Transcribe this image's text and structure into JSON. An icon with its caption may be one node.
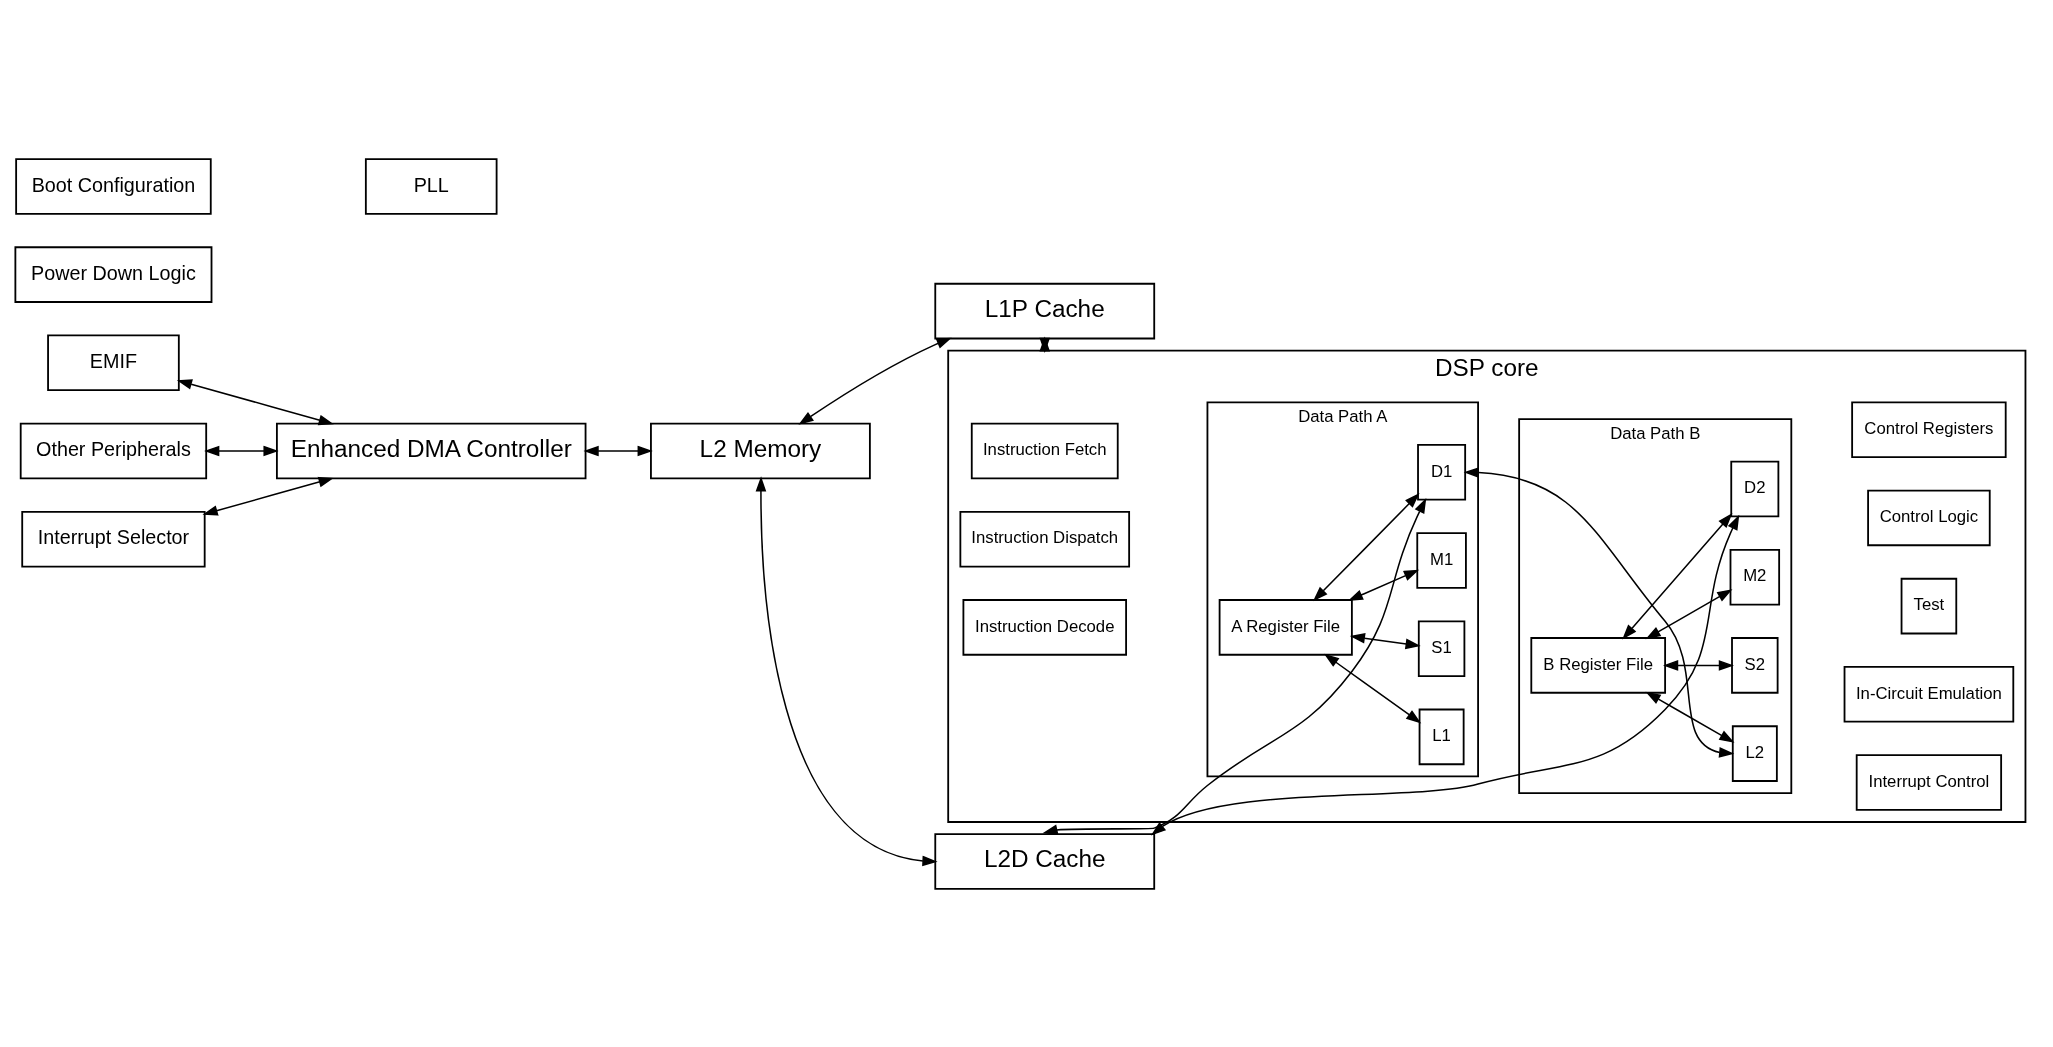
{
  "diagram": {
    "nodes": [
      {
        "text": [
          "EMIF"
        ]
      },
      {
        "text": [
          "Other Peripherals"
        ]
      },
      {
        "text": [
          "Interrupt Selector"
        ]
      },
      {
        "text": [
          "Power Down Logic"
        ]
      },
      {
        "text": [
          "Boot Configuration"
        ]
      },
      {
        "text": [
          "Enhanced DMA Controller"
        ]
      },
      {
        "text": [
          "PLL"
        ]
      },
      {
        "text": [
          "L2 Memory"
        ]
      },
      {
        "text": [
          "L1P Cache"
        ]
      },
      {
        "text": [
          "DSP core"
        ]
      },
      {
        "text": [
          "Instruction Fetch"
        ],
        "in": 9
      },
      {
        "text": [
          "Instruction Dispatch"
        ],
        "in": 9
      },
      {
        "text": [
          "Instruction Decode"
        ],
        "in": 9
      },
      {
        "text": [
          "Control Registers"
        ],
        "in": 9
      },
      {
        "text": [
          "Control Logic"
        ],
        "in": 9
      },
      {
        "text": [
          "Data Path A"
        ],
        "in": 9
      },
      {
        "text": [
          "A Register File"
        ],
        "in": 15
      },
      {
        "text": [
          "L1"
        ],
        "in": 15
      },
      {
        "text": [
          "S1"
        ],
        "in": 15
      },
      {
        "text": [
          "M1"
        ],
        "in": 15
      },
      {
        "text": [
          "D1"
        ],
        "in": 15
      },
      {
        "text": [
          "Data Path B"
        ],
        "in": 9
      },
      {
        "text": [
          "B Register File"
        ],
        "in": 21
      },
      {
        "text": [
          "L2"
        ],
        "in": 21
      },
      {
        "text": [
          "S2"
        ],
        "in": 21
      },
      {
        "text": [
          "M2"
        ],
        "in": 21
      },
      {
        "text": [
          "D2"
        ],
        "in": 21
      },
      {
        "text": [
          "Test"
        ],
        "in": 9
      },
      {
        "text": [
          "In-Circuit Emulation"
        ],
        "in": 9
      },
      {
        "text": [
          "Interrupt Control"
        ],
        "in": 9
      },
      {
        "text": [
          "L2D Cache"
        ]
      }
    ],
    "edges": [
      {
        "from": 0,
        "to": 5,
        "arrow": "both"
      },
      {
        "from": 1,
        "to": 5,
        "arrow": "both"
      },
      {
        "from": 2,
        "to": 5,
        "arrow": "both"
      },
      {
        "from": 5,
        "to": 7,
        "arrow": "both"
      },
      {
        "from": 7,
        "to": 8,
        "arrow": "both"
      },
      {
        "from": 8,
        "to": 9,
        "arrow": "both"
      },
      {
        "from": 7,
        "to": 30,
        "arrow": "both"
      },
      {
        "from": 16,
        "to": 17,
        "arrow": "both"
      },
      {
        "from": 16,
        "to": 18,
        "arrow": "both"
      },
      {
        "from": 16,
        "to": 19,
        "arrow": "both"
      },
      {
        "from": 16,
        "to": 20,
        "arrow": "both"
      },
      {
        "from": 22,
        "to": 23,
        "arrow": "both"
      },
      {
        "from": 22,
        "to": 24,
        "arrow": "both"
      },
      {
        "from": 22,
        "to": 25,
        "arrow": "both"
      },
      {
        "from": 22,
        "to": 26,
        "arrow": "both"
      },
      {
        "from": 20,
        "to": 23,
        "arrow": "both"
      },
      {
        "from": 20,
        "to": 30,
        "arrow": "both"
      },
      {
        "from": 26,
        "to": 30,
        "arrow": "both"
      }
    ]
  }
}
